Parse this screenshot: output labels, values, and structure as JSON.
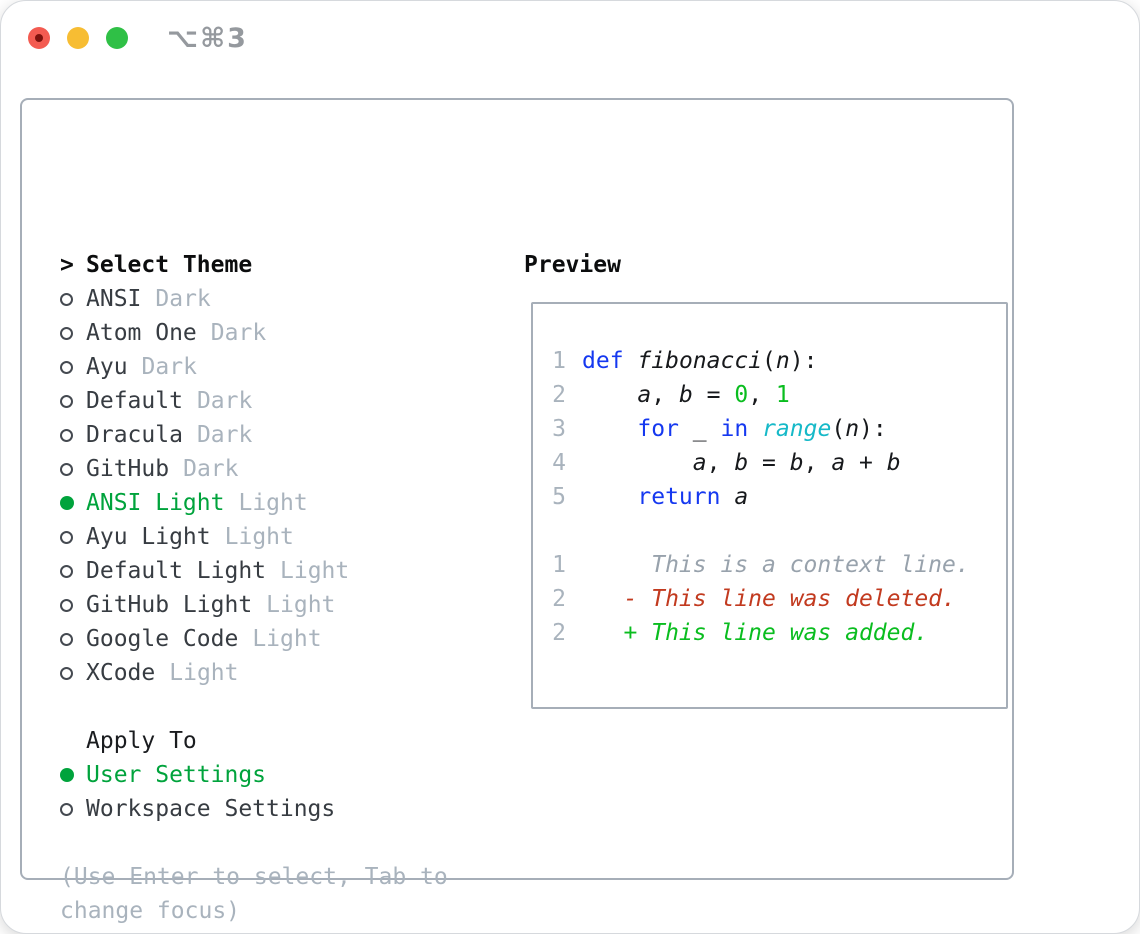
{
  "window": {
    "title": "⌥⌘3"
  },
  "theme_list": {
    "cursor": ">",
    "header": "Select Theme",
    "items": [
      {
        "name": "ANSI",
        "tag": "Dark",
        "selected": false
      },
      {
        "name": "Atom One",
        "tag": "Dark",
        "selected": false
      },
      {
        "name": "Ayu",
        "tag": "Dark",
        "selected": false
      },
      {
        "name": "Default",
        "tag": "Dark",
        "selected": false
      },
      {
        "name": "Dracula",
        "tag": "Dark",
        "selected": false
      },
      {
        "name": "GitHub",
        "tag": "Dark",
        "selected": false
      },
      {
        "name": "ANSI Light",
        "tag": "Light",
        "selected": true
      },
      {
        "name": "Ayu Light",
        "tag": "Light",
        "selected": false
      },
      {
        "name": "Default Light",
        "tag": "Light",
        "selected": false
      },
      {
        "name": "GitHub Light",
        "tag": "Light",
        "selected": false
      },
      {
        "name": "Google Code",
        "tag": "Light",
        "selected": false
      },
      {
        "name": "XCode",
        "tag": "Light",
        "selected": false
      }
    ]
  },
  "apply_to": {
    "header": "Apply To",
    "options": [
      {
        "name": "User Settings",
        "selected": true
      },
      {
        "name": "Workspace Settings",
        "selected": false
      }
    ]
  },
  "hint": {
    "line1": "(Use Enter to select, Tab to",
    "line2": "change focus)"
  },
  "preview": {
    "header": "Preview",
    "code": [
      {
        "num": "1",
        "tokens": [
          {
            "t": "def",
            "k": "kw"
          },
          {
            "t": " ",
            "k": "pl"
          },
          {
            "t": "fibonacci",
            "k": "id"
          },
          {
            "t": "(",
            "k": "pl"
          },
          {
            "t": "n",
            "k": "id"
          },
          {
            "t": "):",
            "k": "pl"
          }
        ]
      },
      {
        "num": "2",
        "tokens": [
          {
            "t": "    ",
            "k": "pl"
          },
          {
            "t": "a",
            "k": "id"
          },
          {
            "t": ", ",
            "k": "pl"
          },
          {
            "t": "b",
            "k": "id"
          },
          {
            "t": " = ",
            "k": "pl"
          },
          {
            "t": "0",
            "k": "nm"
          },
          {
            "t": ", ",
            "k": "pl"
          },
          {
            "t": "1",
            "k": "nm"
          }
        ]
      },
      {
        "num": "3",
        "tokens": [
          {
            "t": "    ",
            "k": "pl"
          },
          {
            "t": "for",
            "k": "kw"
          },
          {
            "t": " ",
            "k": "pl"
          },
          {
            "t": "_",
            "k": "id"
          },
          {
            "t": " ",
            "k": "pl"
          },
          {
            "t": "in",
            "k": "kw"
          },
          {
            "t": " ",
            "k": "pl"
          },
          {
            "t": "range",
            "k": "cy"
          },
          {
            "t": "(",
            "k": "pl"
          },
          {
            "t": "n",
            "k": "id"
          },
          {
            "t": "):",
            "k": "pl"
          }
        ]
      },
      {
        "num": "4",
        "tokens": [
          {
            "t": "        ",
            "k": "pl"
          },
          {
            "t": "a",
            "k": "id"
          },
          {
            "t": ", ",
            "k": "pl"
          },
          {
            "t": "b",
            "k": "id"
          },
          {
            "t": " = ",
            "k": "pl"
          },
          {
            "t": "b",
            "k": "id"
          },
          {
            "t": ", ",
            "k": "pl"
          },
          {
            "t": "a",
            "k": "id"
          },
          {
            "t": " + ",
            "k": "pl"
          },
          {
            "t": "b",
            "k": "id"
          }
        ]
      },
      {
        "num": "5",
        "tokens": [
          {
            "t": "    ",
            "k": "pl"
          },
          {
            "t": "return",
            "k": "kw"
          },
          {
            "t": " ",
            "k": "pl"
          },
          {
            "t": "a",
            "k": "id"
          }
        ]
      }
    ],
    "diff": [
      {
        "num": "1",
        "text": "     This is a context line.",
        "kind": "context"
      },
      {
        "num": "2",
        "text": "   - This line was deleted.",
        "kind": "deleted"
      },
      {
        "num": "2",
        "text": "   + This line was added.",
        "kind": "added"
      }
    ]
  },
  "colors": {
    "selection_green": "#00a33c",
    "code_green": "#0abd1f",
    "keyword_blue": "#1538f0",
    "builtin_cyan": "#16b9c8",
    "deleted_red": "#c23a1f",
    "muted_gray": "#a9b3bd",
    "border_gray": "#a6aeb8",
    "text_dark": "#17191c"
  }
}
